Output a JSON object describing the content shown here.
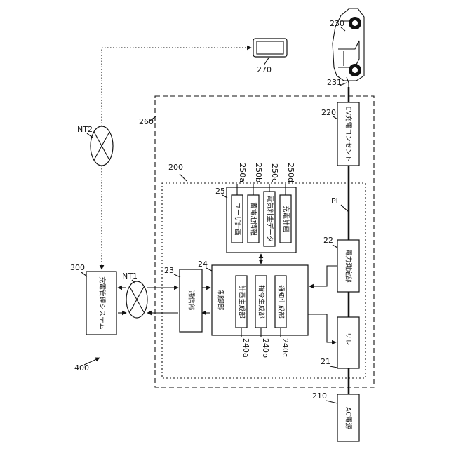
{
  "figure_number": "400",
  "nodes": {
    "ac_source": {
      "ref": "210",
      "label": "AC電源"
    },
    "relay": {
      "ref": "21",
      "label": "リレー"
    },
    "power_meter": {
      "ref": "22",
      "label": "電力測定部"
    },
    "ev_outlet": {
      "ref": "220",
      "label": "EV充電コンセント"
    },
    "vehicle": {
      "ref": "230",
      "cable_ref": "231"
    },
    "phone": {
      "ref": "270"
    },
    "house": {
      "ref": "260"
    },
    "controller_unit": {
      "ref": "200"
    },
    "power_line": {
      "ref": "PL"
    },
    "comm": {
      "ref": "23",
      "label": "通信部"
    },
    "control": {
      "ref": "24",
      "label": "制御部"
    },
    "plan_gen": {
      "ref": "240a",
      "label": "計画生成部"
    },
    "cmd_gen": {
      "ref": "240b",
      "label": "指令生成部"
    },
    "notice_gen": {
      "ref": "240c",
      "label": "通知生成部"
    },
    "storage": {
      "ref": "25"
    },
    "user_plan": {
      "ref": "250a",
      "label": "ユーザ計画"
    },
    "battery_info": {
      "ref": "250b",
      "label": "蓄電池情報"
    },
    "tariff_data": {
      "ref": "250c",
      "label": "電気料金データ"
    },
    "charge_plan": {
      "ref": "250d",
      "label": "充電計画"
    },
    "server": {
      "ref": "300",
      "label": "充電管理システム"
    },
    "network1": {
      "ref": "NT1"
    },
    "network2": {
      "ref": "NT2"
    }
  }
}
